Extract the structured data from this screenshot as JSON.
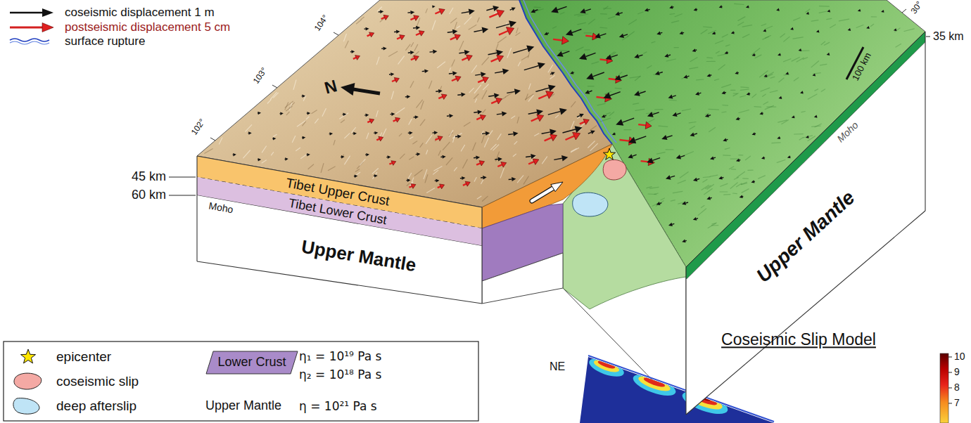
{
  "diagram": {
    "nodes": [
      {
        "text": [
          "Tibet Upper Crust"
        ]
      },
      {
        "text": [
          "Tibet Lower Crust"
        ]
      },
      {
        "text": [
          "Upper Mantle"
        ]
      },
      {
        "text": [
          "Upper Mantle"
        ]
      },
      {
        "text": [
          "Lower Crust"
        ]
      }
    ],
    "labels": [
      "35 km",
      "104°",
      "103°",
      "102°",
      "30°",
      "N",
      "100 km",
      "45 km",
      "60 km",
      "Moho",
      "Moho",
      "η₁ = 10¹⁹ Pa s",
      "η₂ = 10¹⁸ Pa s",
      "Upper Mantle",
      "η = 10²¹ Pa s",
      "Coseismic Slip Model",
      "NE",
      "10",
      "9",
      "8",
      "7"
    ],
    "legend": [
      {
        "text": "coseismic displacement 1 m"
      },
      {
        "text": "postseismic displacement 5 cm"
      },
      {
        "text": "surface rupture"
      },
      {
        "text": "epicenter"
      },
      {
        "text": "coseismic slip",
        "color": "#f4a9a4"
      },
      {
        "text": "deep afterslip",
        "color": "#bfe4f6"
      }
    ]
  }
}
